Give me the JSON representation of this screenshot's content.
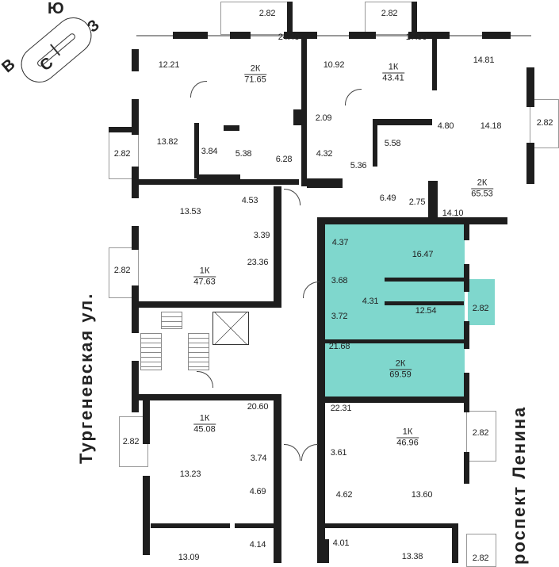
{
  "compass": {
    "north": "С",
    "south": "Ю",
    "east": "В",
    "west": "З"
  },
  "streets": {
    "left": "Тургеневская ул.",
    "right": "роспект Ленина"
  },
  "colors": {
    "highlight": "#7fd7cd",
    "walls": "#1e1e1e"
  },
  "rooms": [
    "2.82",
    "2.82",
    "24.48",
    "17.90",
    "12.21",
    "10.92",
    "14.81",
    "2.09",
    "4.80",
    "14.18",
    "2.82",
    "13.82",
    "3.84",
    "5.38",
    "6.28",
    "4.32",
    "5.36",
    "5.58",
    "2.82",
    "6.49",
    "2.75",
    "14.10",
    "13.53",
    "4.53",
    "3.39",
    "23.36",
    "2.82",
    "4.37",
    "16.47",
    "3.68",
    "4.31",
    "12.54",
    "2.82",
    "3.72",
    "21.68",
    "22.31",
    "20.60",
    "2.82",
    "2.82",
    "3.74",
    "3.61",
    "13.23",
    "4.69",
    "4.62",
    "13.60",
    "4.14",
    "13.09",
    "4.01",
    "13.38",
    "2.82"
  ],
  "apartments": [
    {
      "type": "2К",
      "area": "71.65"
    },
    {
      "type": "1К",
      "area": "43.41"
    },
    {
      "type": "2К",
      "area": "65.53"
    },
    {
      "type": "1К",
      "area": "47.63"
    },
    {
      "type": "2К",
      "area": "69.59"
    },
    {
      "type": "1К",
      "area": "45.08"
    },
    {
      "type": "1К",
      "area": "46.96"
    }
  ]
}
